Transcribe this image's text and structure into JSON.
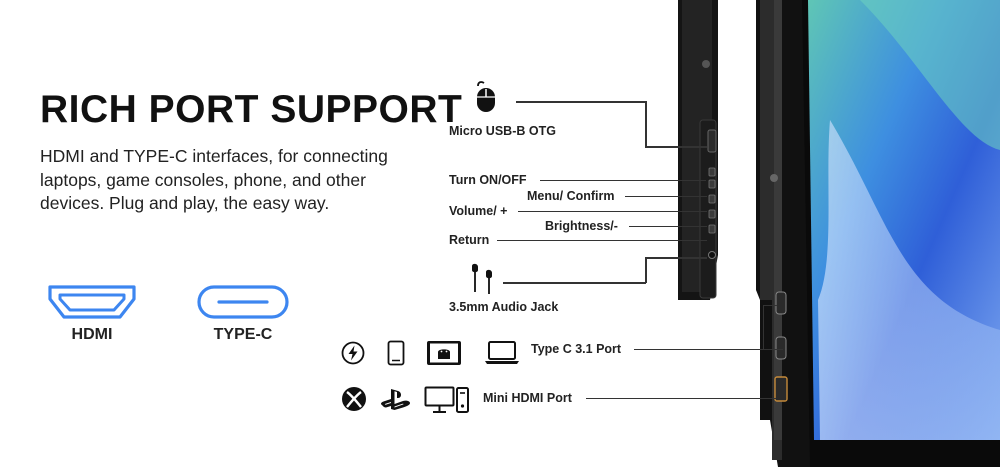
{
  "headline": "RICH PORT SUPPORT",
  "description": "HDMI and TYPE-C interfaces, for connecting laptops, game consoles, phone, and other devices. Plug and play, the easy way.",
  "ports": [
    {
      "label": "HDMI",
      "icon": "hdmi-port-icon"
    },
    {
      "label": "TYPE-C",
      "icon": "type-c-port-icon"
    }
  ],
  "callouts": {
    "micro_usb": "Micro USB-B OTG",
    "power": "Turn ON/OFF",
    "menu": "Menu/ Confirm",
    "volume": "Volume/ +",
    "brightness": "Brightness/-",
    "return": "Return",
    "audio": "3.5mm Audio Jack",
    "type_c": "Type C 3.1 Port",
    "mini_hdmi": "Mini HDMI Port"
  },
  "device_icons": {
    "type_c_row": [
      "charging-icon",
      "phone-icon",
      "android-tablet-icon",
      "laptop-icon"
    ],
    "hdmi_row": [
      "xbox-icon",
      "playstation-icon",
      "desktop-pc-icon"
    ]
  },
  "colors": {
    "port_icon_blue": "#3d86f0",
    "text": "#111111",
    "bezel": "#1b1b1b"
  }
}
